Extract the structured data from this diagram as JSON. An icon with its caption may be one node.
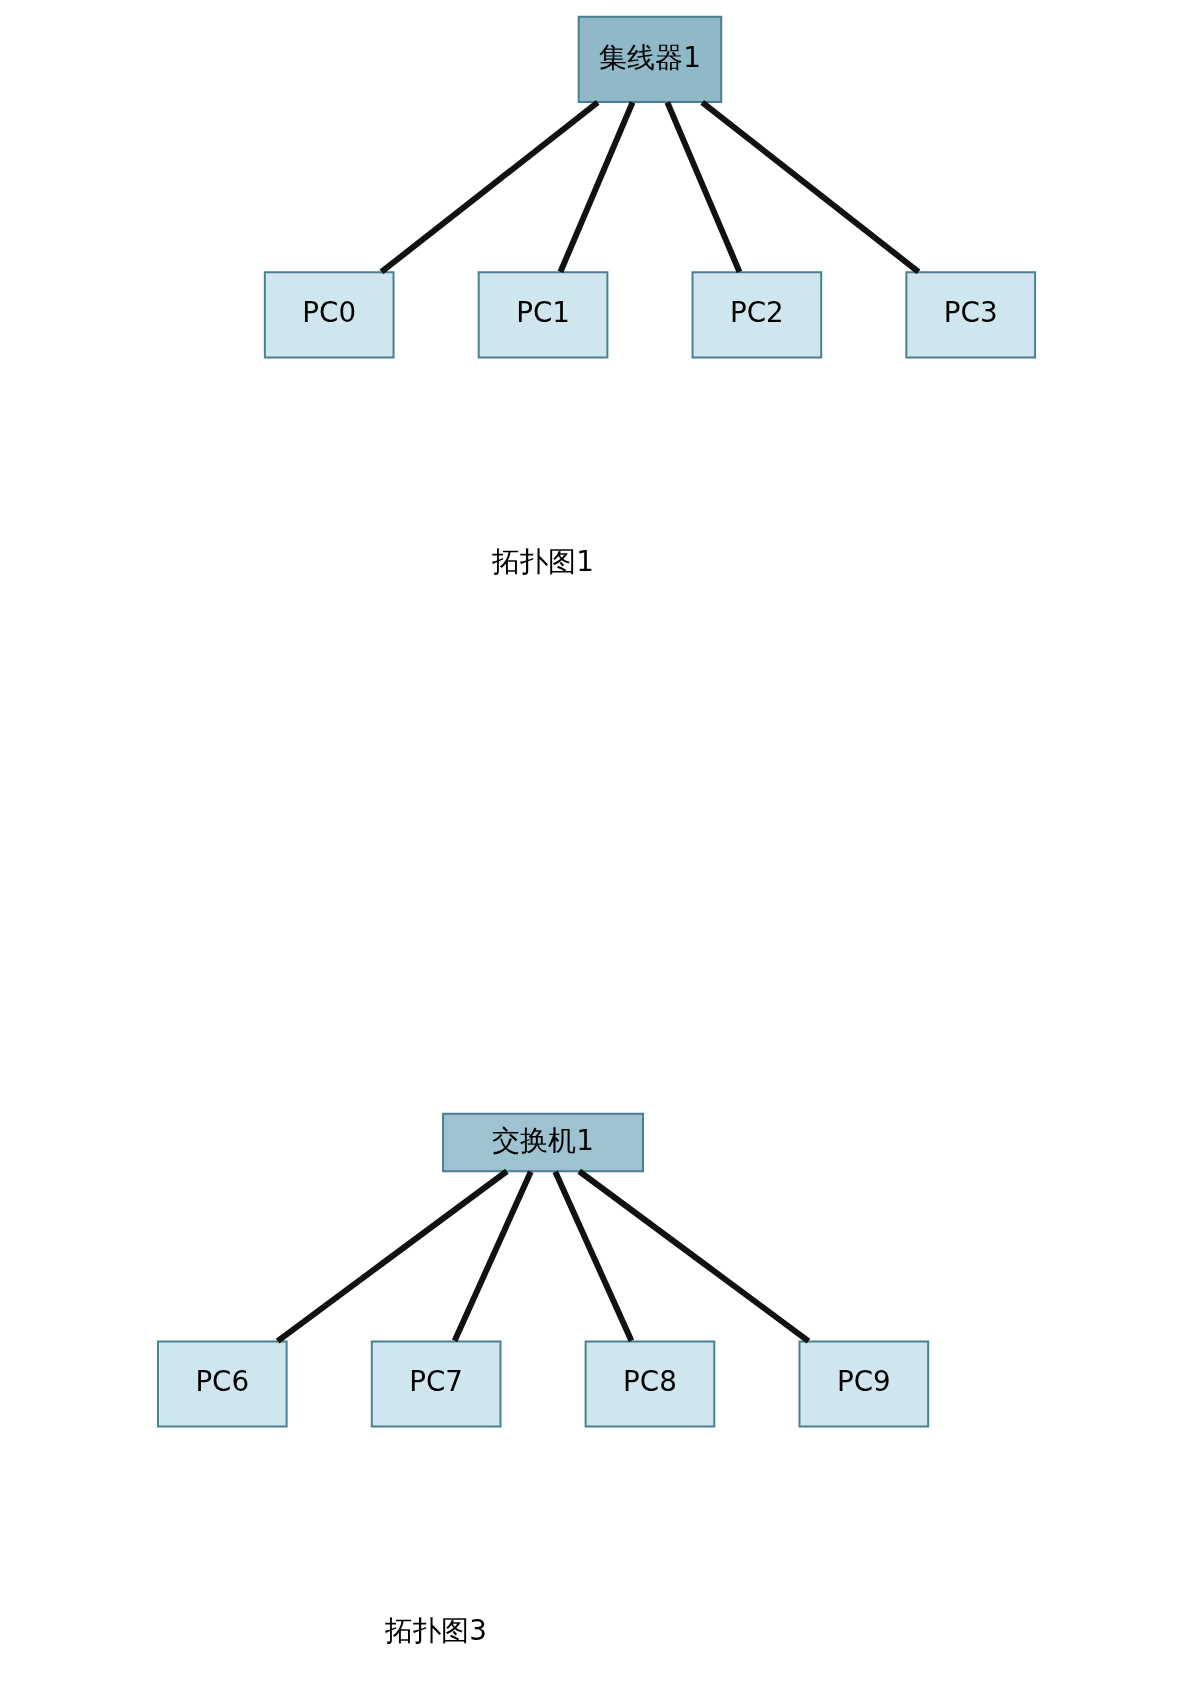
{
  "diagram": {
    "nodes": [
      {
        "text": [
          "集线器1"
        ]
      },
      {
        "text": [
          "PC0"
        ]
      },
      {
        "text": [
          "PC1"
        ]
      },
      {
        "text": [
          "PC2"
        ]
      },
      {
        "text": [
          "PC3"
        ]
      },
      {
        "text": [
          "交换机1"
        ]
      },
      {
        "text": [
          "PC6"
        ]
      },
      {
        "text": [
          "PC7"
        ]
      },
      {
        "text": [
          "PC8"
        ]
      },
      {
        "text": [
          "PC9"
        ]
      }
    ],
    "edges": [
      {
        "from": 0,
        "to": 1,
        "arrow": "none"
      },
      {
        "from": 0,
        "to": 2,
        "arrow": "none"
      },
      {
        "from": 0,
        "to": 3,
        "arrow": "none"
      },
      {
        "from": 0,
        "to": 4,
        "arrow": "none"
      },
      {
        "from": 5,
        "to": 6,
        "arrow": "none"
      },
      {
        "from": 5,
        "to": 7,
        "arrow": "none"
      },
      {
        "from": 5,
        "to": 8,
        "arrow": "none"
      },
      {
        "from": 5,
        "to": 9,
        "arrow": "none"
      }
    ],
    "labels": [
      "拓扑图1",
      "拓扑图3"
    ]
  }
}
